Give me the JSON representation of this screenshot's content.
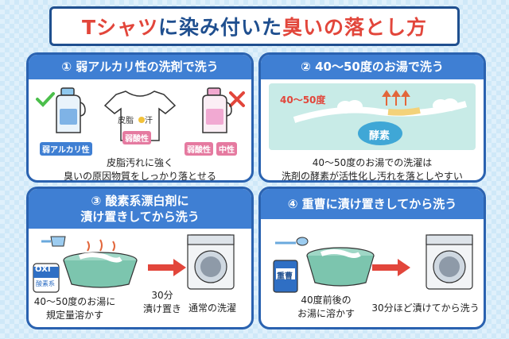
{
  "title": {
    "part1": "Tシャツ",
    "part2": "に染み付いた",
    "part3": "臭いの落とし方"
  },
  "colors": {
    "navy": "#1f4f8f",
    "header_blue": "#3f7fd3",
    "red": "#e2463b"
  },
  "cards": [
    {
      "header": "① 弱アルカリ性の洗剤で洗う",
      "tags": {
        "alkaline": "弱アルカリ性",
        "acid_shirt": "弱酸性",
        "acid": "弱酸性",
        "neutral": "中性"
      },
      "shirt_text": {
        "sebum": "皮脂",
        "sweat": "汗"
      },
      "caption": [
        "皮脂汚れに強く",
        "臭いの原因物質をしっかり落とせる"
      ]
    },
    {
      "header": "② 40〜50度のお湯で洗う",
      "temp_label": "40〜50度",
      "enzyme_label": "酵素",
      "caption": [
        "40〜50度のお湯での洗濯は",
        "洗剤の酵素が活性化し汚れを落としやすい"
      ]
    },
    {
      "header": [
        "③ 酸素系漂白剤に",
        "漬け置きしてから洗う"
      ],
      "box_label": "OXI",
      "box_sub": "酸素系",
      "step1": [
        "40〜50度のお湯に",
        "規定量溶かす"
      ],
      "step2": [
        "30分",
        "漬け置き"
      ],
      "step3": "通常の洗濯"
    },
    {
      "header": "④ 重曹に漬け置きしてから洗う",
      "box_label": "重曹",
      "step1": [
        "40度前後の",
        "お湯に溶かす"
      ],
      "step2": "30分ほど漬けてから洗う"
    }
  ]
}
